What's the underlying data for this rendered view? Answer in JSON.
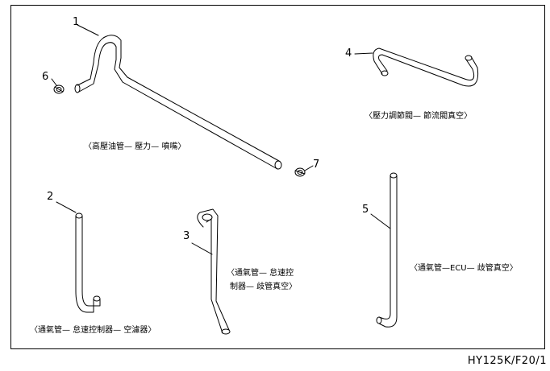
{
  "parts": [
    {
      "number": "1",
      "caption": "〈高壓油管— 壓力— 噴嘴〉"
    },
    {
      "number": "2",
      "caption": "〈通氣管— 怠速控制器— 空濾器〉"
    },
    {
      "number": "3",
      "caption_line1": "〈通氣管— 怠速控",
      "caption_line2": "制器— 歧管真空〉"
    },
    {
      "number": "4",
      "caption": "〈壓力調節閥— 節流閥真空〉"
    },
    {
      "number": "5",
      "caption": "〈通氣管—ECU— 歧管真空〉"
    },
    {
      "number": "6"
    },
    {
      "number": "7"
    }
  ],
  "drawing_code": "HY125K/F20/1"
}
